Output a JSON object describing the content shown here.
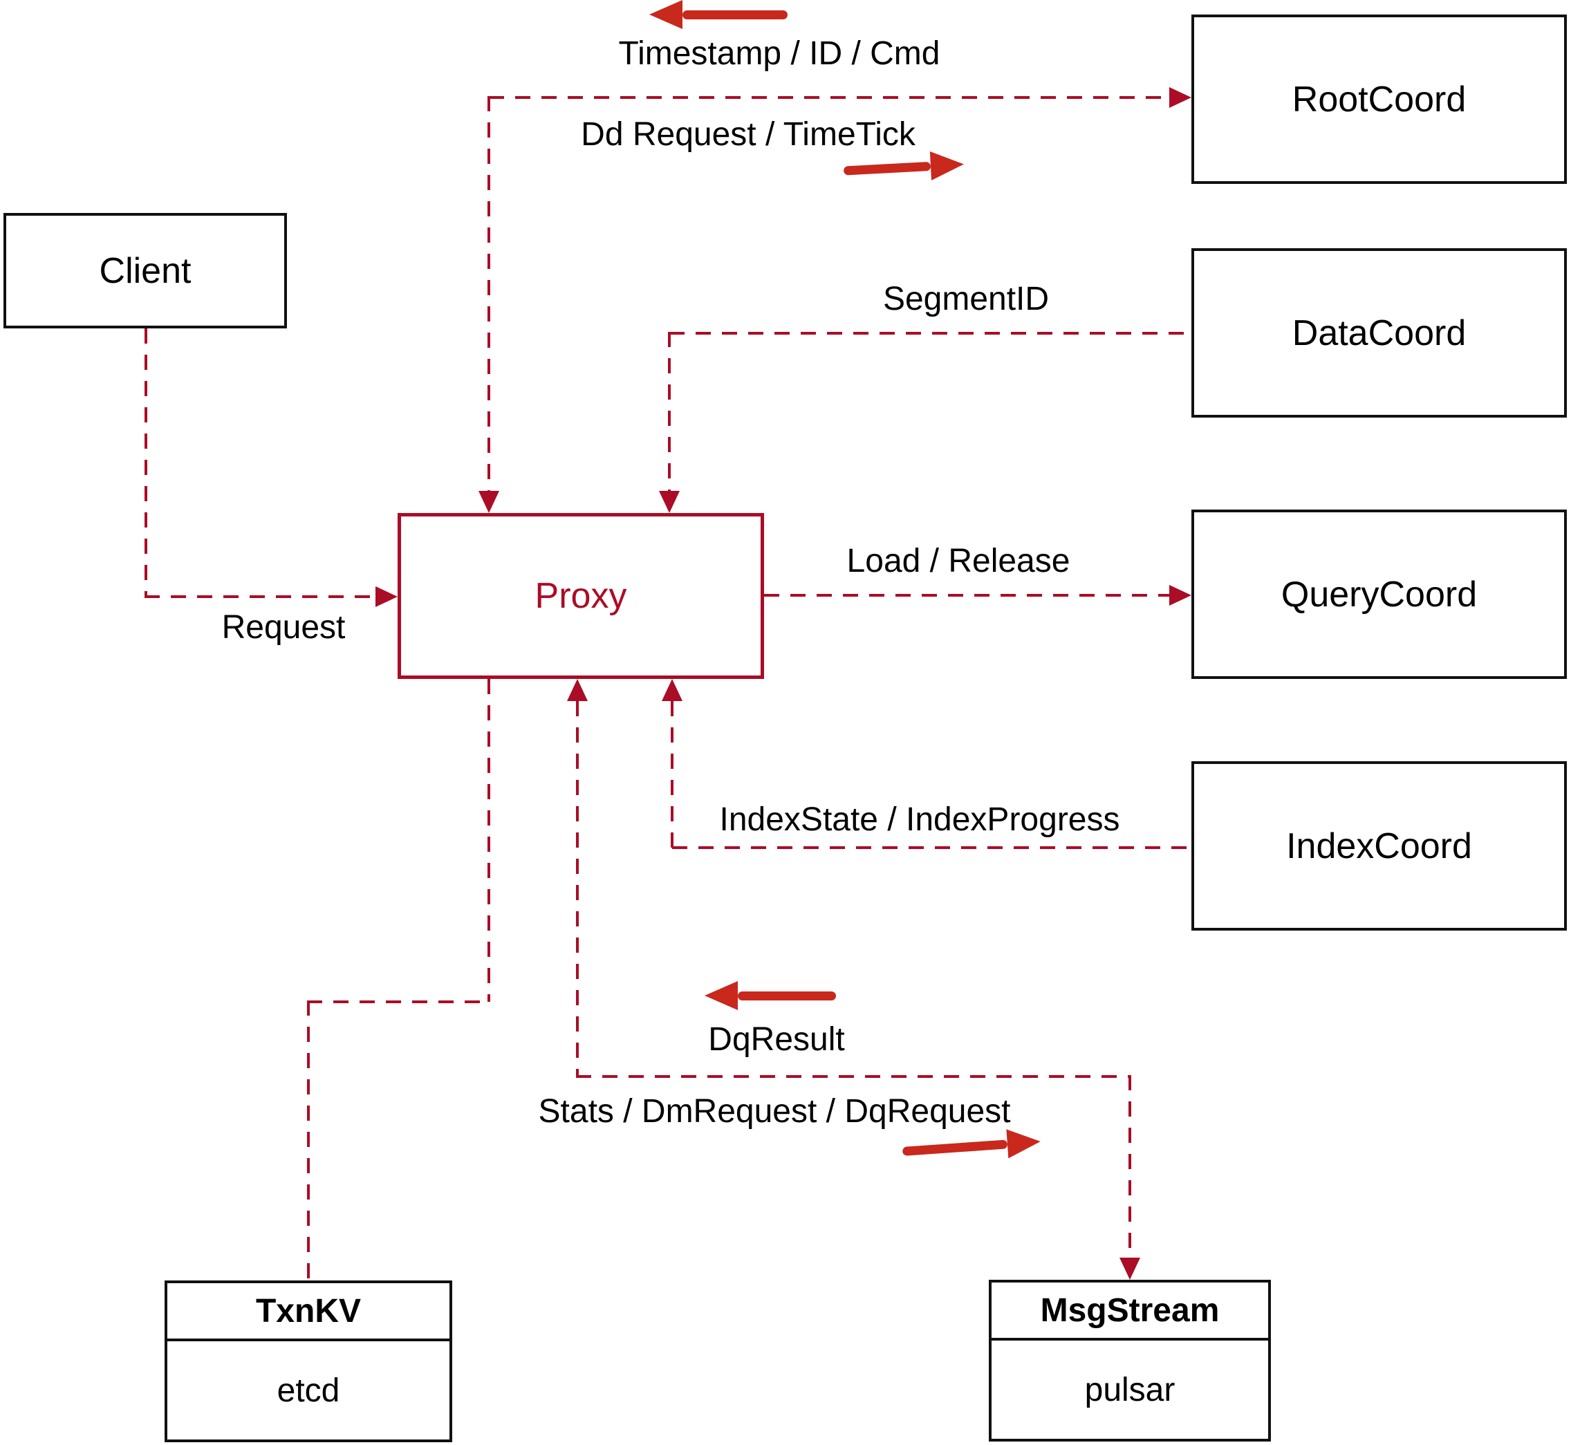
{
  "diagram": {
    "nodes": {
      "client": {
        "label": "Client"
      },
      "root_coord": {
        "label": "RootCoord"
      },
      "data_coord": {
        "label": "DataCoord"
      },
      "query_coord": {
        "label": "QueryCoord"
      },
      "index_coord": {
        "label": "IndexCoord"
      },
      "proxy": {
        "label": "Proxy"
      },
      "txn_kv": {
        "title": "TxnKV",
        "subtitle": "etcd"
      },
      "msg_stream": {
        "title": "MsgStream",
        "subtitle": "pulsar"
      }
    },
    "edge_labels": {
      "timestamp_id_cmd": "Timestamp / ID / Cmd",
      "dd_request_timetick": "Dd Request / TimeTick",
      "segment_id": "SegmentID",
      "load_release": "Load / Release",
      "index_state_progress": "IndexState / IndexProgress",
      "request": "Request",
      "dq_result": "DqResult",
      "stats_dm_dq": "Stats / DmRequest / DqRequest"
    },
    "colors": {
      "line_crimson": "#ab0c26",
      "arrow_red": "#c9281c",
      "box_border": "#111111",
      "text": "#000000",
      "background": "#ffffff"
    }
  }
}
